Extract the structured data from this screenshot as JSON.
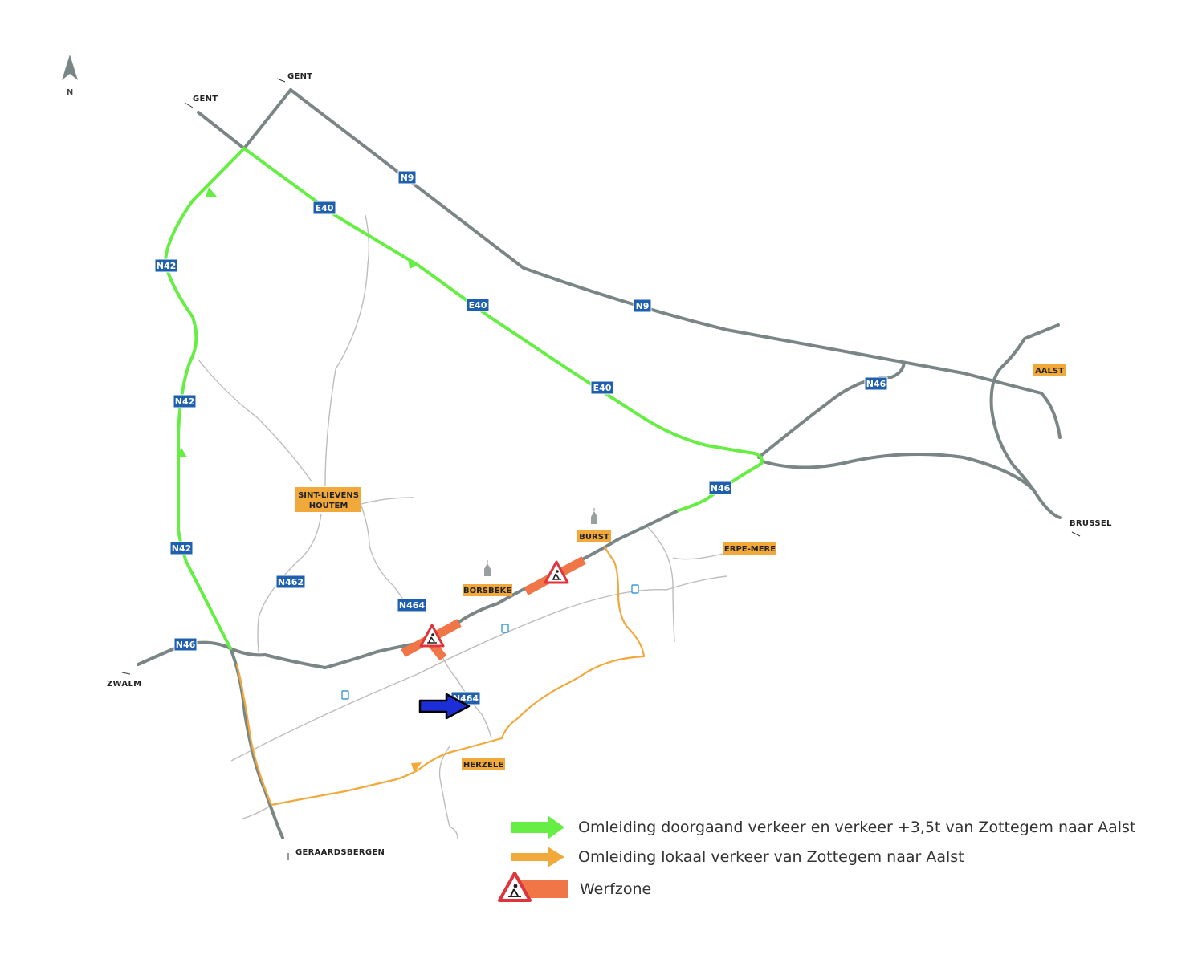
{
  "map": {
    "north": "N",
    "colors": {
      "detour_through": "#66ee44",
      "detour_local": "#f2a93b",
      "road_main": "#7a8585",
      "road_minor": "#b8b8b8",
      "shield_bg": "#1f5fb0",
      "place_bg": "#f2a93b",
      "worksite": "#f07547",
      "warning_red": "#e0343c",
      "indicator_arrow": "#1c2fd6"
    },
    "destinations": {
      "gent_left": "GENT",
      "gent_right": "GENT",
      "brussel": "BRUSSEL",
      "zwalm": "ZWALM",
      "geraardsbergen": "GERAARDSBERGEN"
    },
    "places": {
      "aalst": "AALST",
      "sint_lievens_line1": "SINT-LIEVENS",
      "sint_lievens_line2": "HOUTEM",
      "burst": "BURST",
      "erpe_mere": "ERPE-MERE",
      "borsbeke": "BORSBEKE",
      "herzele": "HERZELE"
    },
    "shields": {
      "n9_top": "N9",
      "n9_mid": "N9",
      "e40_1": "E40",
      "e40_2": "E40",
      "e40_3": "E40",
      "n42_1": "N42",
      "n42_2": "N42",
      "n42_3": "N42",
      "n46_west": "N46",
      "n46_mid": "N46",
      "n46_east": "N46",
      "n462": "N462",
      "n464_north": "N464",
      "n464_south": "N464"
    }
  },
  "legend": {
    "through_traffic": "Omleiding doorgaand verkeer en verkeer +3,5t van Zottegem naar Aalst",
    "local_traffic": "Omleiding lokaal verkeer van Zottegem naar Aalst",
    "worksite": "Werfzone"
  }
}
